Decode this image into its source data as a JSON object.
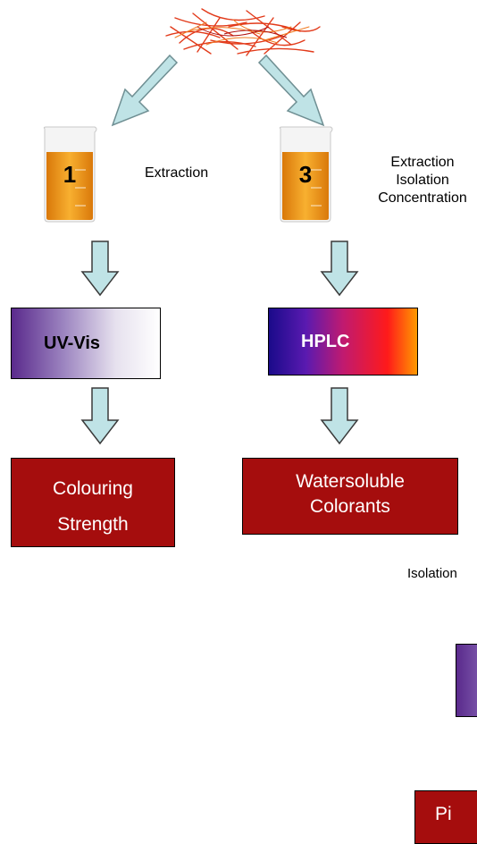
{
  "beakers": [
    {
      "number": "1",
      "label": "Extraction"
    },
    {
      "number": "3",
      "label_lines": [
        "Extraction",
        "Isolation",
        "Concentration"
      ]
    }
  ],
  "methods": {
    "uv": "UV-Vis",
    "hplc": "HPLC"
  },
  "results": {
    "colouring": [
      "Colouring",
      "Strength"
    ],
    "watersoluble": [
      "Watersoluble",
      "Colorants"
    ],
    "partial": "Pi"
  },
  "isolation_label": "Isolation",
  "colors": {
    "arrow_fill": "#bfe3e6",
    "result_box": "#a50d0d",
    "beaker_liquid": "#f0a020",
    "saffron": "#e02010"
  }
}
